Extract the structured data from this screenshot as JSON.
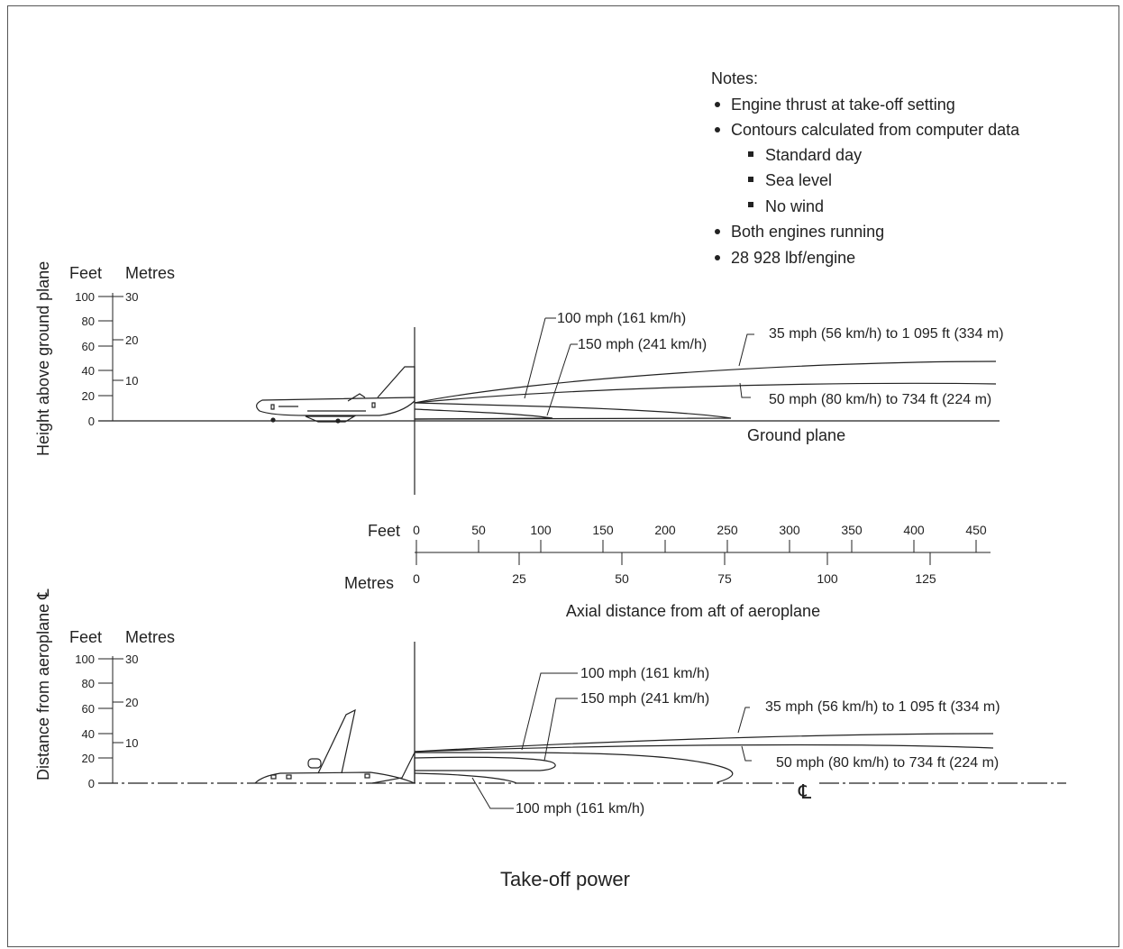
{
  "notes": {
    "heading": "Notes:",
    "items": [
      "Engine thrust at take-off setting",
      "Contours calculated from computer data",
      "Both engines running",
      "28 928 lbf/engine"
    ],
    "sub_items": [
      "Standard day",
      "Sea level",
      "No wind"
    ]
  },
  "upper": {
    "y_title": "Height above ground plane",
    "unit_feet": "Feet",
    "unit_metres": "Metres",
    "feet_ticks": [
      "100",
      "80",
      "60",
      "40",
      "20",
      "0"
    ],
    "metre_ticks": [
      "30",
      "20",
      "10"
    ],
    "labels": {
      "v100": "100 mph (161 km/h)",
      "v150": "150 mph (241 km/h)",
      "v35": "35 mph (56 km/h) to 1 095 ft (334 m)",
      "v50": "50 mph (80 km/h) to 734 ft (224 m)"
    },
    "ground_label": "Ground plane"
  },
  "axis": {
    "feet_label": "Feet",
    "feet_ticks": [
      "0",
      "50",
      "100",
      "150",
      "200",
      "250",
      "300",
      "350",
      "400",
      "450"
    ],
    "metres_label": "Metres",
    "metre_ticks": [
      "0",
      "25",
      "50",
      "75",
      "100",
      "125"
    ],
    "title": "Axial distance from aft of aeroplane"
  },
  "lower": {
    "y_title": "Distance from aeroplane ℄",
    "unit_feet": "Feet",
    "unit_metres": "Metres",
    "feet_ticks": [
      "100",
      "80",
      "60",
      "40",
      "20",
      "0"
    ],
    "metre_ticks": [
      "30",
      "20",
      "10"
    ],
    "labels": {
      "v100": "100 mph (161 km/h)",
      "v150": "150 mph (241 km/h)",
      "v35": "35 mph (56 km/h) to 1 095 ft (334 m)",
      "v50": "50 mph (80 km/h) to 734 ft (224 m)",
      "v100_bottom": "100 mph (161 km/h)"
    },
    "centerline_symbol": "℄"
  },
  "caption": "Take-off power"
}
